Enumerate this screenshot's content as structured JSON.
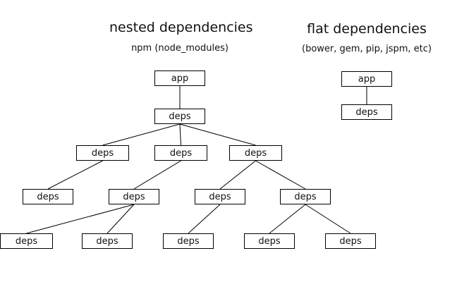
{
  "nested": {
    "title": "nested dependencies",
    "subtitle": "npm (node_modules)",
    "nodes": [
      {
        "id": "n_app",
        "label": "app"
      },
      {
        "id": "n_d1",
        "label": "deps"
      },
      {
        "id": "n_d2a",
        "label": "deps"
      },
      {
        "id": "n_d2b",
        "label": "deps"
      },
      {
        "id": "n_d2c",
        "label": "deps"
      },
      {
        "id": "n_d3a",
        "label": "deps"
      },
      {
        "id": "n_d3b",
        "label": "deps"
      },
      {
        "id": "n_d3c",
        "label": "deps"
      },
      {
        "id": "n_d3d",
        "label": "deps"
      },
      {
        "id": "n_d4a",
        "label": "deps"
      },
      {
        "id": "n_d4b",
        "label": "deps"
      },
      {
        "id": "n_d4c",
        "label": "deps"
      },
      {
        "id": "n_d4d",
        "label": "deps"
      },
      {
        "id": "n_d4e",
        "label": "deps"
      }
    ],
    "edges": [
      [
        "n_app",
        "n_d1"
      ],
      [
        "n_d1",
        "n_d2a"
      ],
      [
        "n_d1",
        "n_d2b"
      ],
      [
        "n_d1",
        "n_d2c"
      ],
      [
        "n_d2a",
        "n_d3a"
      ],
      [
        "n_d2b",
        "n_d3b"
      ],
      [
        "n_d2c",
        "n_d3c"
      ],
      [
        "n_d2c",
        "n_d3d"
      ],
      [
        "n_d3b",
        "n_d4a"
      ],
      [
        "n_d3b",
        "n_d4b"
      ],
      [
        "n_d3c",
        "n_d4c"
      ],
      [
        "n_d3d",
        "n_d4d"
      ],
      [
        "n_d3d",
        "n_d4e"
      ]
    ]
  },
  "flat": {
    "title": "flat dependencies",
    "subtitle": "(bower, gem, pip, jspm, etc)",
    "nodes": [
      {
        "id": "f_app",
        "label": "app"
      },
      {
        "id": "f_d1",
        "label": "deps"
      }
    ],
    "edges": [
      [
        "f_app",
        "f_d1"
      ]
    ]
  }
}
